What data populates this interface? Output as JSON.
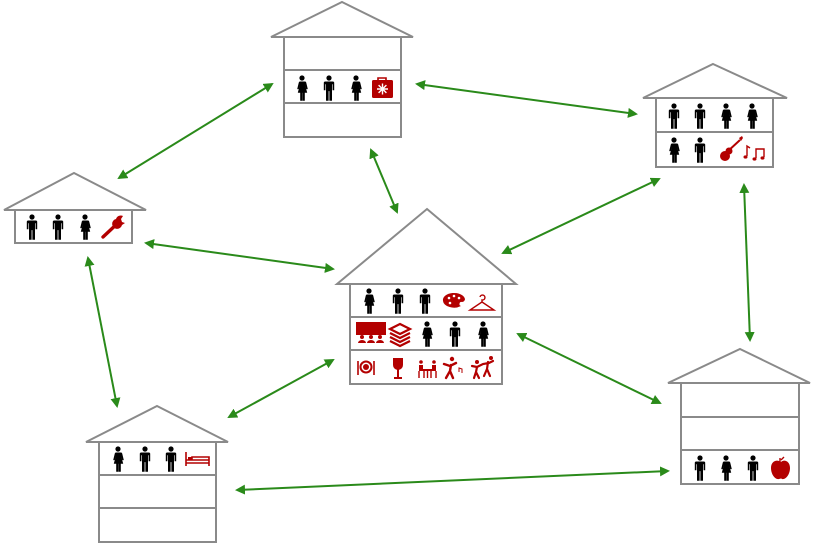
{
  "diagram": {
    "title": "",
    "colors": {
      "arrow": "#2a8a1a",
      "outline": "#8a8a8a",
      "person": "#000000",
      "amenity": "#b30000"
    },
    "houses": [
      {
        "id": "top",
        "rows": [
          [],
          [
            "person-female",
            "person-male",
            "person-female",
            "first-aid-kit"
          ],
          []
        ]
      },
      {
        "id": "top-right",
        "rows": [
          [
            "person-male",
            "person-male",
            "person-female",
            "person-female"
          ],
          [
            "person-female",
            "person-male",
            "guitar",
            "music-notes"
          ]
        ]
      },
      {
        "id": "left",
        "rows": [
          [
            "person-male",
            "person-male",
            "person-female",
            "wrench"
          ]
        ]
      },
      {
        "id": "center",
        "rows": [
          [
            "person-female",
            "person-male",
            "person-male",
            "paint-palette",
            "clothes-hanger"
          ],
          [
            "theater-audience",
            "books-stack",
            "person-female",
            "person-male",
            "person-female"
          ],
          [
            "plate-cutlery",
            "wine-glass",
            "people-dining",
            "dancer",
            "couple-dancing"
          ]
        ]
      },
      {
        "id": "bottom-right",
        "rows": [
          [],
          [],
          [
            "person-male",
            "person-female",
            "person-male",
            "apple"
          ]
        ]
      },
      {
        "id": "bottom-left",
        "rows": [
          [
            "person-female",
            "person-male",
            "person-male",
            "bed"
          ],
          [],
          []
        ]
      }
    ],
    "connections": [
      {
        "from": "left",
        "to": "top",
        "type": "bidirectional"
      },
      {
        "from": "top",
        "to": "center",
        "type": "bidirectional"
      },
      {
        "from": "top",
        "to": "top-right",
        "type": "bidirectional"
      },
      {
        "from": "top-right",
        "to": "center",
        "type": "bidirectional"
      },
      {
        "from": "left",
        "to": "center",
        "type": "bidirectional"
      },
      {
        "from": "top-right",
        "to": "bottom-right",
        "type": "bidirectional"
      },
      {
        "from": "center",
        "to": "bottom-right",
        "type": "bidirectional"
      },
      {
        "from": "left",
        "to": "bottom-left",
        "type": "bidirectional"
      },
      {
        "from": "bottom-left",
        "to": "center",
        "type": "bidirectional"
      },
      {
        "from": "bottom-left",
        "to": "bottom-right",
        "type": "bidirectional"
      }
    ]
  }
}
